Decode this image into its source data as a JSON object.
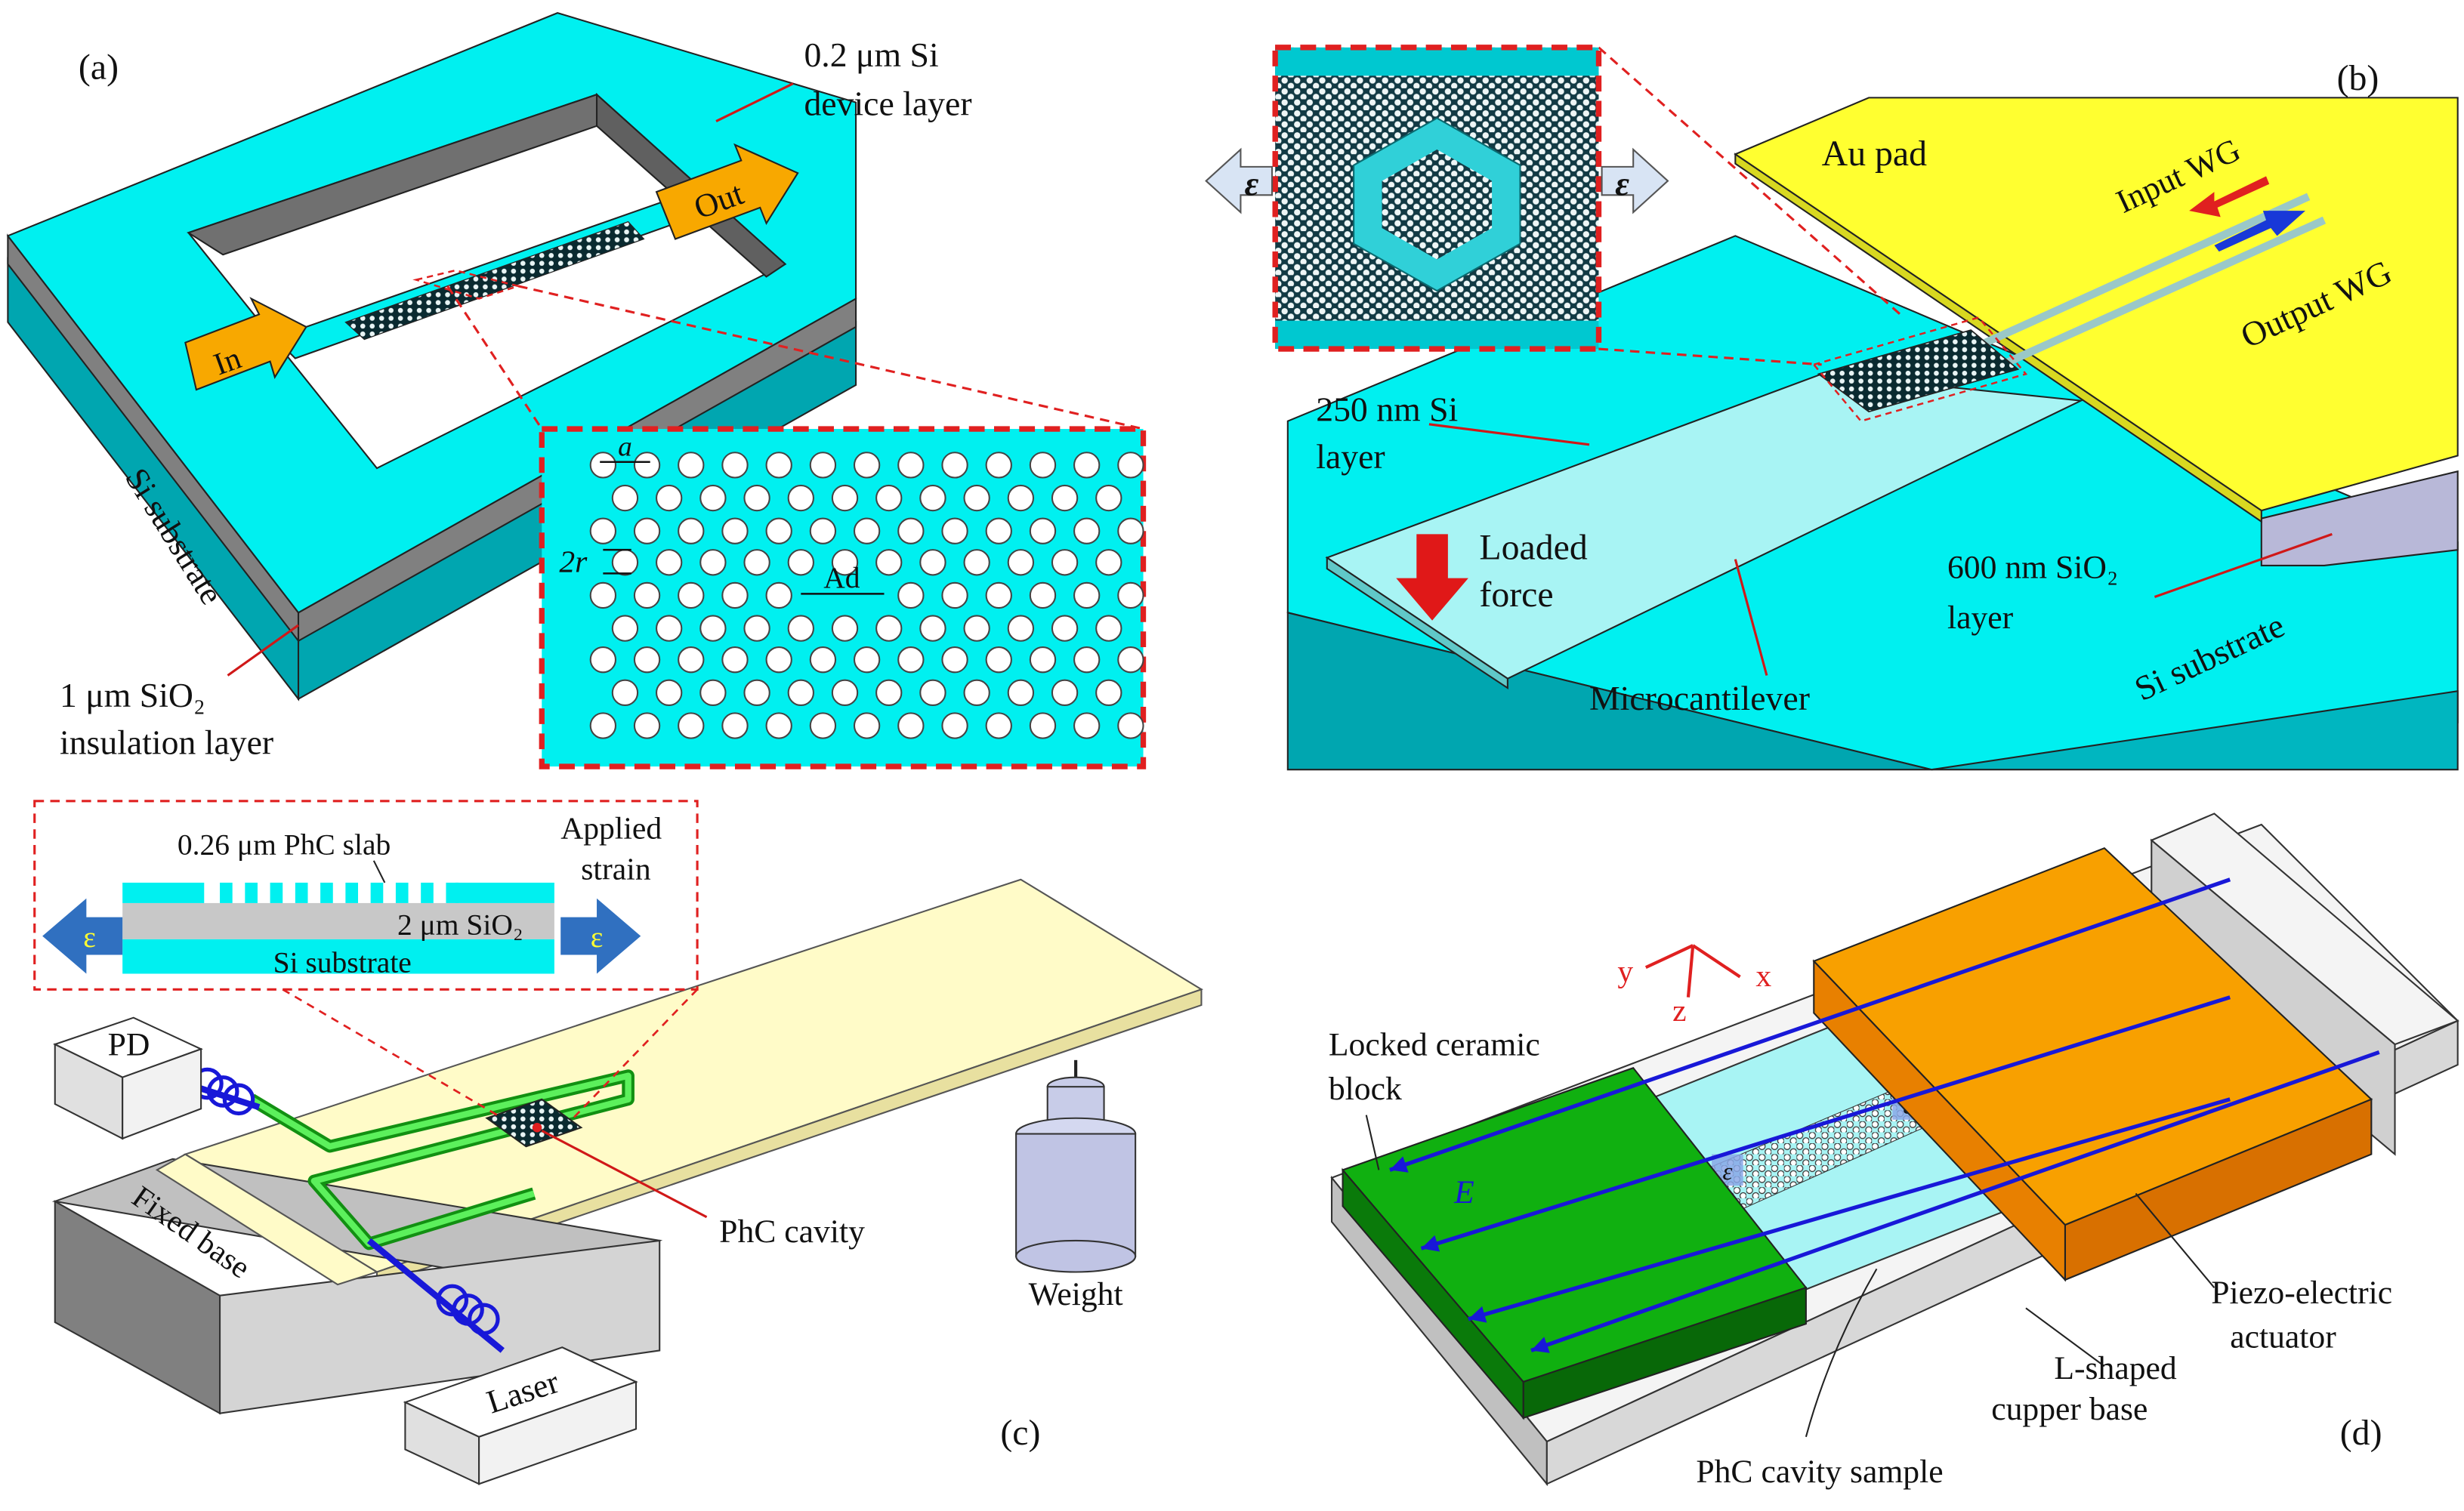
{
  "panels": {
    "a": {
      "tag": "(a)",
      "device_layer_l1": "0.2 μm Si",
      "device_layer_l2": "device layer",
      "in": "In",
      "out": "Out",
      "substrate": "Si substrate",
      "insulation_l1": "1 μm SiO₂",
      "insulation_l2": "insulation layer",
      "lattice_const": "a",
      "radius": "2r",
      "ad": "Ad"
    },
    "b": {
      "tag": "(b)",
      "strain": "ε",
      "au_pad": "Au pad",
      "input_wg": "Input WG",
      "output_wg": "Output WG",
      "si_layer_l1": "250 nm Si",
      "si_layer_l2": "layer",
      "force_l1": "Loaded",
      "force_l2": "force",
      "cantilever": "Microcantilever",
      "sio2_l1": "600 nm SiO₂",
      "sio2_l2": "layer",
      "substrate": "Si substrate"
    },
    "c": {
      "tag": "(c)",
      "slab": "0.26 μm PhC slab",
      "applied_l1": "Applied",
      "applied_l2": "strain",
      "sio2": "2 μm SiO₂",
      "substrate": "Si substrate",
      "strain": "ε",
      "pd": "PD",
      "fixed_base": "Fixed base",
      "laser": "Laser",
      "cavity": "PhC cavity",
      "weight": "Weight"
    },
    "d": {
      "tag": "(d)",
      "axis_y": "y",
      "axis_z": "z",
      "axis_x": "x",
      "ceramic_l1": "Locked ceramic",
      "ceramic_l2": "block",
      "field": "E",
      "strain": "ε",
      "piezo_l1": "Piezo-electric",
      "piezo_l2": "actuator",
      "base_l1": "L-shaped",
      "base_l2": "cupper base",
      "sample": "PhC cavity sample"
    }
  },
  "colors": {
    "cyan": "#00f0f0",
    "cyan_dark": "#00a6b0",
    "grey": "#808080",
    "grey_light": "#c8c8c8",
    "yellow": "#ffff30",
    "orange": "#f8a000",
    "orange_dark": "#d87000",
    "green": "#10b010",
    "green_dark": "#086808",
    "beige": "#fffbc8",
    "red": "#e02020",
    "blue": "#1818d8",
    "arrow_orange": "#f8a800",
    "arrow_blue": "#3070c0"
  }
}
